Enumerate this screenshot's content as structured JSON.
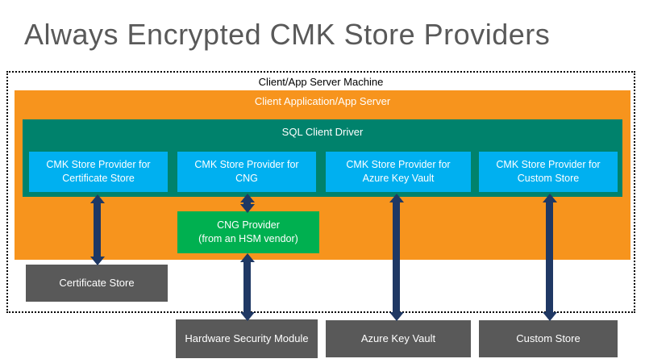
{
  "title": "Always Encrypted CMK Store Providers",
  "machine": {
    "label": "Client/App Server Machine"
  },
  "client_app": {
    "label": "Client Application/App Server"
  },
  "sql_driver": {
    "label": "SQL Client Driver"
  },
  "providers": [
    {
      "line1": "CMK Store Provider for",
      "line2": "Certificate Store"
    },
    {
      "line1": "CMK Store Provider for",
      "line2": "CNG"
    },
    {
      "line1": "CMK Store Provider for",
      "line2": "Azure Key Vault"
    },
    {
      "line1": "CMK Store Provider for",
      "line2": "Custom Store"
    }
  ],
  "cng_provider": {
    "line1": "CNG Provider",
    "line2": "(from an HSM vendor)"
  },
  "stores": [
    {
      "label": "Certificate Store"
    },
    {
      "label": "Hardware Security Module"
    },
    {
      "label": "Azure Key Vault"
    },
    {
      "label": "Custom Store"
    }
  ],
  "colors": {
    "title_gray": "#595959",
    "client_app_orange": "#F7941D",
    "sql_driver_teal": "#00826C",
    "provider_blue": "#00B0F0",
    "cng_green": "#00B050",
    "store_gray": "#595959",
    "arrow_navy": "#1F3864",
    "machine_border": "#000000"
  }
}
